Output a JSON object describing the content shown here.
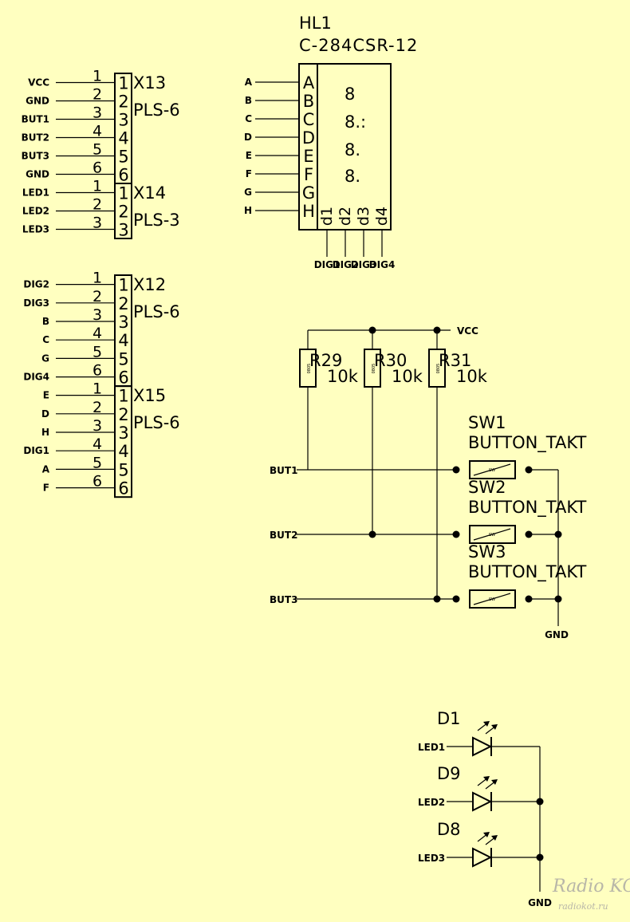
{
  "connectors": [
    {
      "ref": "X13",
      "value": "PLS-6",
      "nets": [
        "VCC",
        "GND",
        "BUT1",
        "BUT2",
        "BUT3",
        "GND"
      ]
    },
    {
      "ref": "X14",
      "value": "PLS-3",
      "nets": [
        "LED1",
        "LED2",
        "LED3"
      ]
    },
    {
      "ref": "X12",
      "value": "PLS-6",
      "nets": [
        "DIG2",
        "DIG3",
        "B",
        "C",
        "G",
        "DIG4"
      ]
    },
    {
      "ref": "X15",
      "value": "PLS-6",
      "nets": [
        "E",
        "D",
        "H",
        "DIG1",
        "A",
        "F"
      ]
    }
  ],
  "display": {
    "ref": "HL1",
    "value": "C-284CSR-12",
    "segments": [
      "A",
      "B",
      "C",
      "D",
      "E",
      "F",
      "G",
      "H"
    ],
    "digits": [
      "8",
      "8.:",
      "8.",
      "8."
    ],
    "digit_pins": [
      "d1",
      "d2",
      "d3",
      "d4"
    ],
    "digit_nets": [
      "DIG1",
      "DIG2",
      "DIG3",
      "DIG4"
    ]
  },
  "resistors": [
    {
      "ref": "R29",
      "value": "10k"
    },
    {
      "ref": "R30",
      "value": "10k"
    },
    {
      "ref": "R31",
      "value": "10k"
    }
  ],
  "resistor_body_text": "0805",
  "switch_body_text": "SW",
  "vcc_net": "VCC",
  "switches": [
    {
      "ref": "SW1",
      "value": "BUTTON_TAKT",
      "net": "BUT1"
    },
    {
      "ref": "SW2",
      "value": "BUTTON_TAKT",
      "net": "BUT2"
    },
    {
      "ref": "SW3",
      "value": "BUTTON_TAKT",
      "net": "BUT3"
    }
  ],
  "switch_gnd": "GND",
  "leds": [
    {
      "ref": "D1",
      "net": "LED1"
    },
    {
      "ref": "D9",
      "net": "LED2"
    },
    {
      "ref": "D8",
      "net": "LED3"
    }
  ],
  "led_gnd": "GND",
  "watermark": {
    "brand": "Radio KOT",
    "site": "radiokot.ru"
  }
}
